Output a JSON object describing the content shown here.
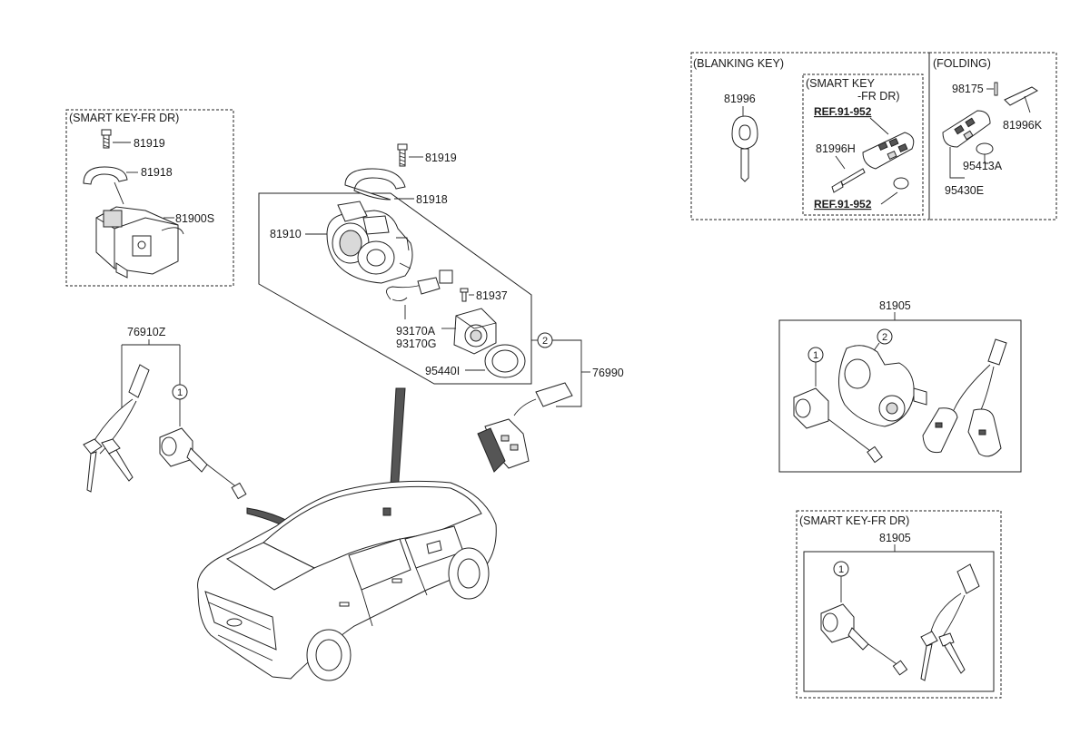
{
  "groups": {
    "smart_key_fr_dr_left": "(SMART KEY-FR DR)",
    "blanking_key": "(BLANKING KEY)",
    "smart_key_fr_dr_top": "(SMART KEY",
    "smart_key_fr_dr_top_2": "-FR DR)",
    "folding": "(FOLDING)",
    "smart_key_fr_dr_bottom": "(SMART KEY-FR DR)"
  },
  "labels": {
    "p81919_left": "81919",
    "p81918_left": "81918",
    "p81900S": "81900S",
    "p81919_center": "81919",
    "p81918_center": "81918",
    "p81910": "81910",
    "p81937": "81937",
    "p93170A": "93170A",
    "p93170G": "93170G",
    "p95440I": "95440I",
    "p76990": "76990",
    "p76910Z": "76910Z",
    "p81996": "81996",
    "p81996H": "81996H",
    "p98175": "98175",
    "p81996K": "81996K",
    "p95413A": "95413A",
    "p95430E": "95430E",
    "p81905_mid": "81905",
    "p81905_bottom": "81905"
  },
  "refs": {
    "ref_top": "REF.91-952",
    "ref_bottom": "REF.91-952"
  },
  "callouts": {
    "one": "1",
    "two": "2"
  }
}
